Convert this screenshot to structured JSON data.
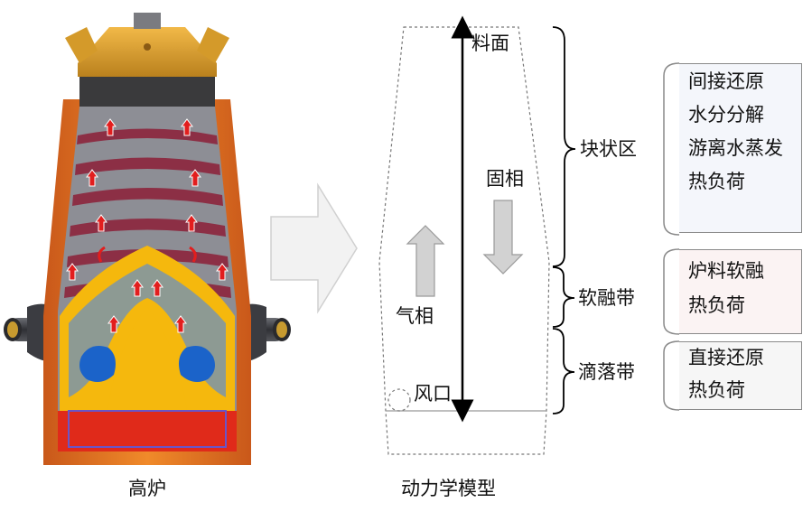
{
  "left_caption": "高炉",
  "right_caption": "动力学模型",
  "model": {
    "top_label": "料面",
    "solid_label": "固相",
    "gas_label": "气相",
    "tuyere_label": "风口"
  },
  "zones": [
    {
      "name": "块状区",
      "items": [
        "间接还原",
        "水分分解",
        "游离水蒸发",
        "热负荷"
      ],
      "bg": "#f4f6fb"
    },
    {
      "name": "软融带",
      "items": [
        "炉料软融",
        "热负荷"
      ],
      "bg": "#fbf3f3"
    },
    {
      "name": "滴落带",
      "items": [
        "直接还原",
        "热负荷"
      ],
      "bg": "#f6f6f6"
    }
  ],
  "colors": {
    "shell_orange": "#e8731e",
    "top_gold": "#d49a2a",
    "gas_arrow_red": "#e21e1e",
    "burden_maroon": "#8c2f45",
    "coke_gray": "#8d8e95",
    "cohesive_yellow": "#f5b80d",
    "hearth_red": "#e02a1a",
    "pool_blue": "#1b63c9",
    "gray_arrow": "#d2d2d2"
  }
}
